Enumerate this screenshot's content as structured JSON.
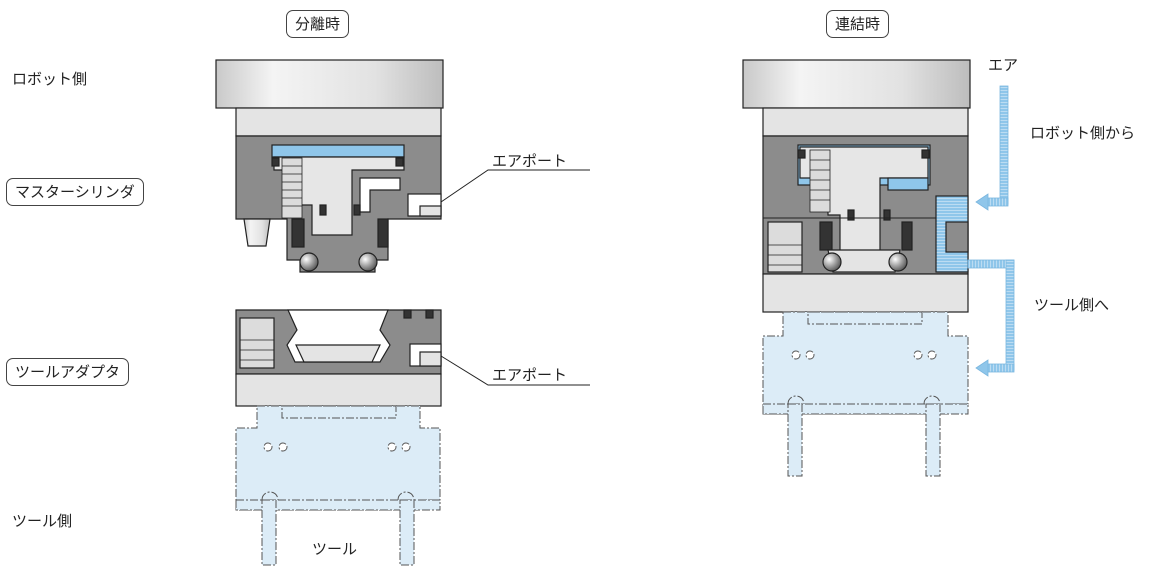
{
  "headers": {
    "separated": "分離時",
    "connected": "連結時"
  },
  "left_labels": {
    "robot_side": "ロボット側",
    "master_cylinder": "マスターシリンダ",
    "tool_adapter": "ツールアダプタ",
    "tool_side": "ツール側"
  },
  "callouts": {
    "air_port_master": "エアポート",
    "air_port_adapter": "エアポート",
    "tool": "ツール"
  },
  "flow_labels": {
    "air": "エア",
    "from_robot": "ロボット側から",
    "to_tool": "ツール側へ"
  },
  "colors": {
    "body_dark": "#8c8c8c",
    "body_light": "#dedede",
    "air": "#8fc6ea",
    "tool": "#dcecf7",
    "line": "#222222"
  }
}
